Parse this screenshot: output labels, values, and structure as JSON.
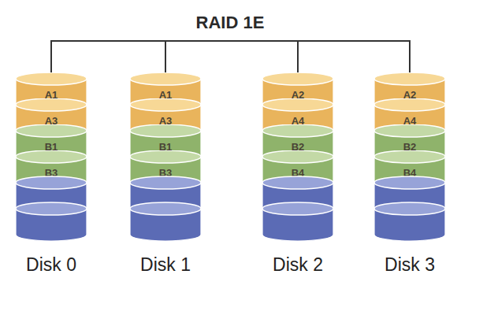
{
  "diagram": {
    "title": "RAID 1E",
    "nodes": [
      {
        "text": [
          "Disk 0"
        ]
      },
      {
        "text": [
          "A1"
        ],
        "in": 0
      },
      {
        "text": [
          "A3"
        ],
        "in": 0
      },
      {
        "text": [
          "B1"
        ],
        "in": 0
      },
      {
        "text": [
          "B3"
        ],
        "in": 0
      },
      {
        "text": [
          "Disk 1"
        ]
      },
      {
        "text": [
          "A1"
        ],
        "in": 5
      },
      {
        "text": [
          "A3"
        ],
        "in": 5
      },
      {
        "text": [
          "B1"
        ],
        "in": 5
      },
      {
        "text": [
          "B3"
        ],
        "in": 5
      },
      {
        "text": [
          "Disk 2"
        ]
      },
      {
        "text": [
          "A2"
        ],
        "in": 10
      },
      {
        "text": [
          "A4"
        ],
        "in": 10
      },
      {
        "text": [
          "B2"
        ],
        "in": 10
      },
      {
        "text": [
          "B4"
        ],
        "in": 10
      },
      {
        "text": [
          "Disk 3"
        ]
      },
      {
        "text": [
          "A2"
        ],
        "in": 15
      },
      {
        "text": [
          "A4"
        ],
        "in": 15
      },
      {
        "text": [
          "B2"
        ],
        "in": 15
      },
      {
        "text": [
          "B4"
        ],
        "in": 15
      }
    ]
  }
}
